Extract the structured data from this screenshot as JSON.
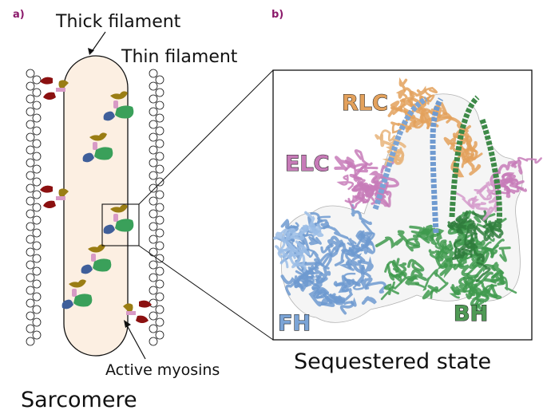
{
  "panels": {
    "a": "a)",
    "b": "b)"
  },
  "labels": {
    "thick_filament": "Thick filament",
    "thin_filament": "Thin filament",
    "active_myosins": "Active myosins",
    "sarcomere": "Sarcomere",
    "sequestered_state": "Sequestered state"
  },
  "chains": [
    {
      "id": "rlc",
      "label": "RLC",
      "color": "#e3a15c"
    },
    {
      "id": "elc",
      "label": "ELC",
      "color": "#c77bb8"
    },
    {
      "id": "fh",
      "label": "FH",
      "color": "#7ba4d6"
    },
    {
      "id": "bh",
      "label": "BH",
      "color": "#4f9a55"
    }
  ],
  "colors": {
    "thick_filament_fill": "#fcefe2",
    "active_head": "#8b1010",
    "lever_pink": "#d89ac6",
    "neck_gold": "#9a7d14",
    "blocked_head": "#3f5f9a",
    "free_head": "#3aa05a"
  }
}
